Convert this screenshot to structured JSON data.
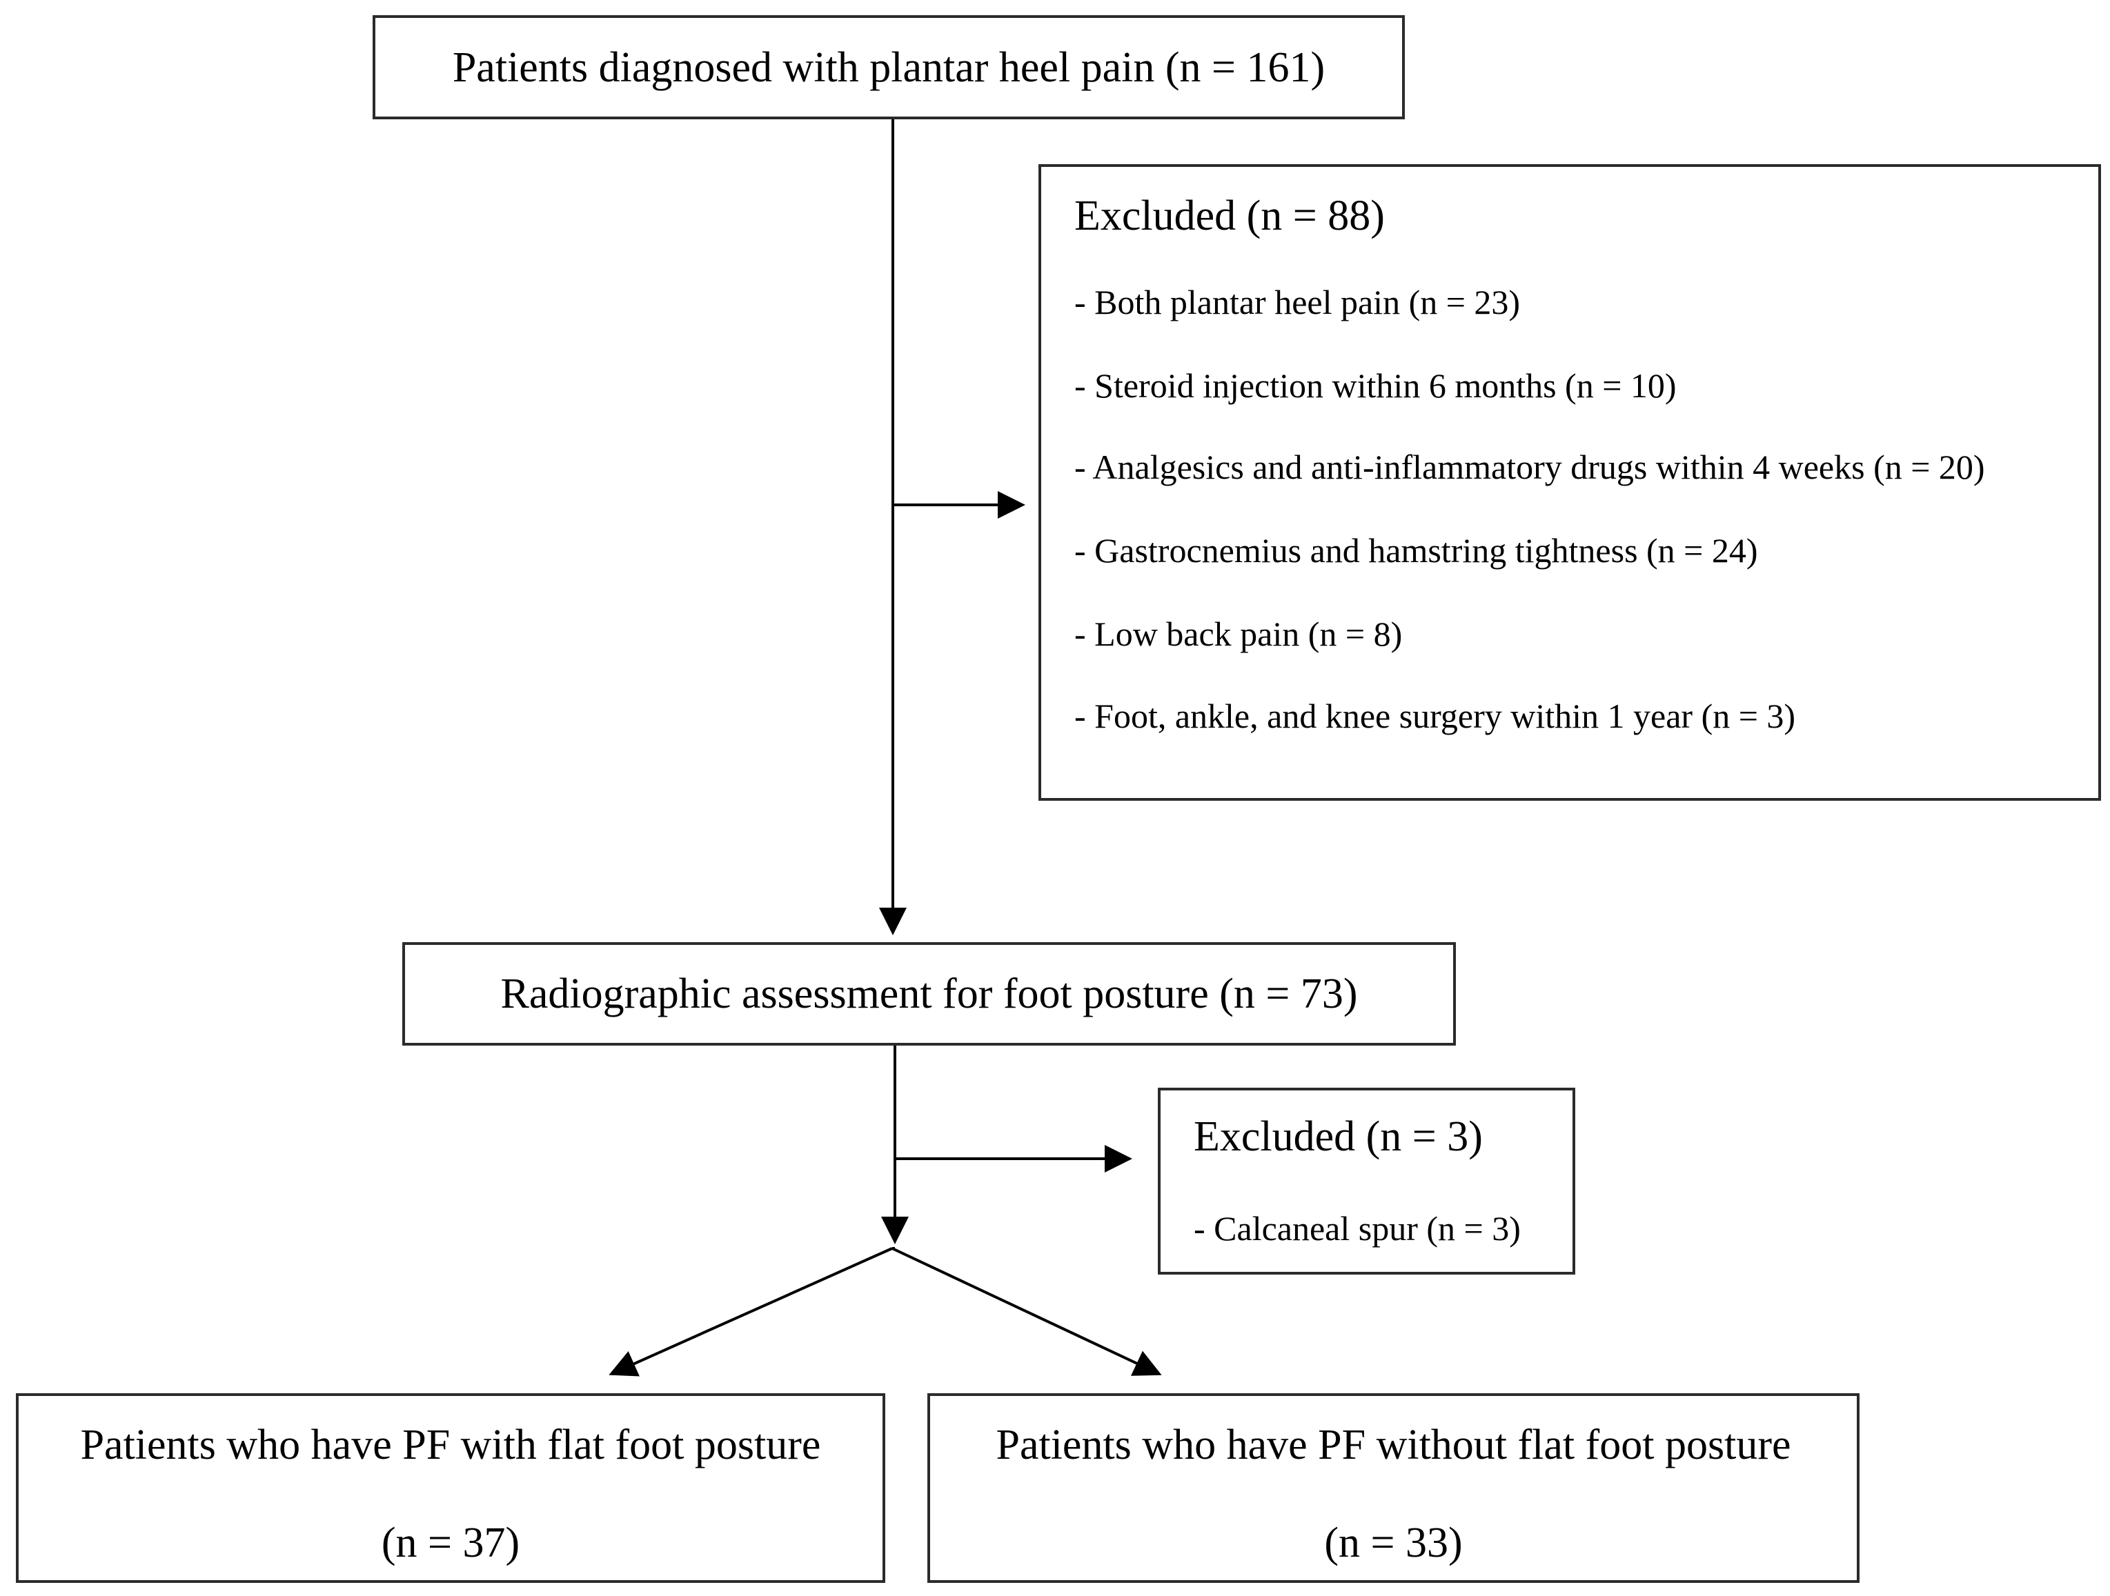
{
  "boxes": {
    "start": {
      "text": "Patients diagnosed with plantar heel pain (n = 161)"
    },
    "excluded1": {
      "title": "Excluded (n = 88)",
      "items": [
        "- Both plantar heel pain (n = 23)",
        "- Steroid injection within 6 months (n = 10)",
        "- Analgesics and anti-inflammatory drugs within 4 weeks (n = 20)",
        "- Gastrocnemius and hamstring tightness (n = 24)",
        "- Low back pain (n = 8)",
        "- Foot, ankle, and knee surgery within 1 year (n = 3)"
      ]
    },
    "radiographic": {
      "text": "Radiographic assessment for foot posture (n = 73)"
    },
    "excluded2": {
      "title": "Excluded (n = 3)",
      "items": [
        "- Calcaneal spur (n = 3)"
      ]
    },
    "flat": {
      "line1": "Patients who have PF with flat foot posture",
      "line2": "(n = 37)"
    },
    "nonflat": {
      "line1": "Patients who have PF without flat foot posture",
      "line2": "(n = 33)"
    }
  }
}
